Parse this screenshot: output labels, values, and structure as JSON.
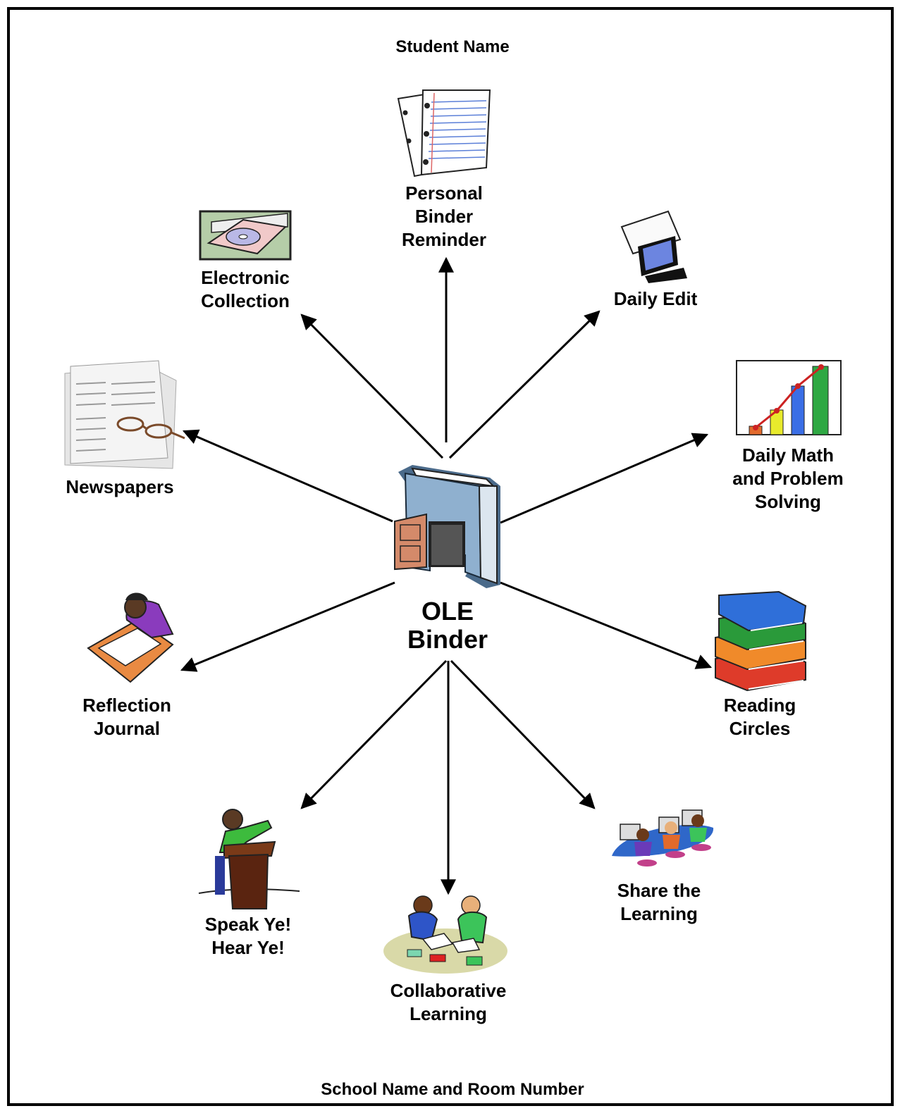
{
  "header": {
    "student_name": "Student Name"
  },
  "footer": {
    "school_room": "School Name and Room Number"
  },
  "center": {
    "line1": "OLE",
    "line2": "Binder",
    "icon": "open-binder-door-icon"
  },
  "nodes": [
    {
      "id": "personal-binder-reminder",
      "lines": [
        "Personal",
        "Binder",
        "Reminder"
      ],
      "icon": "lined-paper-icon"
    },
    {
      "id": "daily-edit",
      "lines": [
        "Daily Edit"
      ],
      "icon": "computer-monitor-icon"
    },
    {
      "id": "daily-math",
      "lines": [
        "Daily Math",
        "and Problem",
        "Solving"
      ],
      "icon": "bar-chart-icon"
    },
    {
      "id": "reading-circles",
      "lines": [
        "Reading",
        "Circles"
      ],
      "icon": "book-stack-icon"
    },
    {
      "id": "share-the-learning",
      "lines": [
        "Share the",
        "Learning"
      ],
      "icon": "students-at-computers-icon"
    },
    {
      "id": "collaborative-learning",
      "lines": [
        "Collaborative",
        "Learning"
      ],
      "icon": "students-reading-icon"
    },
    {
      "id": "speak-ye",
      "lines": [
        "Speak Ye!",
        "Hear Ye!"
      ],
      "icon": "speaker-podium-icon"
    },
    {
      "id": "reflection-journal",
      "lines": [
        "Reflection",
        "Journal"
      ],
      "icon": "person-writing-icon"
    },
    {
      "id": "newspapers",
      "lines": [
        "Newspapers"
      ],
      "icon": "newspaper-glasses-icon"
    },
    {
      "id": "electronic-collection",
      "lines": [
        "Electronic",
        "Collection"
      ],
      "icon": "cd-drive-icon"
    }
  ]
}
